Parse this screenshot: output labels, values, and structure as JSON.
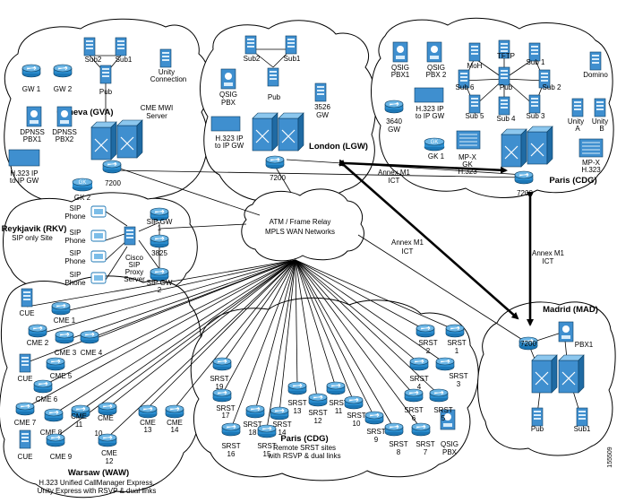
{
  "figure_id": "155509",
  "wan": {
    "line1": "ATM / Frame Relay",
    "line2": "MPLS WAN Networks"
  },
  "icts": [
    {
      "line1": "Annex M1",
      "line2": "ICT"
    },
    {
      "line1": "Annex M1",
      "line2": "ICT"
    },
    {
      "line1": "Annex M1",
      "line2": "ICT"
    }
  ],
  "sites": {
    "geneva": {
      "name": "Geneva (GVA)",
      "labels": [
        "GW 1",
        "GW 2",
        "Sub2",
        "Sub1",
        "Pub",
        "Unity",
        "Connection",
        "CME MWI",
        "Server",
        "DPNSS",
        "PBX1",
        "DPNSS",
        "PBX2",
        "H.323 IP",
        "to IP GW",
        "7200",
        "GK 2"
      ]
    },
    "london": {
      "name": "London (LGW)",
      "labels": [
        "Sub2",
        "Sub1",
        "Pub",
        "QSIG",
        "PBX",
        "H.323 IP",
        "to IP GW",
        "3526",
        "GW",
        "7200"
      ]
    },
    "paris_main": {
      "name": "Paris (CDG)",
      "labels": [
        "QSIG",
        "PBX1",
        "QSIG",
        "PBX 2",
        "MoH",
        "TFTP",
        "Sub 1",
        "Sub 6",
        "Pub",
        "Sub 2",
        "Sub 5",
        "Sub 4",
        "Sub 3",
        "H.323 IP",
        "to IP GW",
        "3640",
        "GW",
        "GK 1",
        "MP-X",
        "GK",
        "H.323",
        "Unity",
        "A",
        "Unity",
        "B",
        "Domino",
        "MP-X",
        "H.323",
        "7200"
      ]
    },
    "reykjavik": {
      "name": "Reykjavik (RKV)",
      "subtitle": "SIP only Site",
      "labels": [
        "SIP",
        "Phone",
        "SIP",
        "Phone",
        "SIP",
        "Phone",
        "SIP",
        "Phone",
        "Cisco",
        "SIP",
        "Proxy",
        "Server",
        "SIP GW",
        "1",
        "3825",
        "SIP GW",
        "2"
      ]
    },
    "warsaw": {
      "name": "Warsaw (WAW)",
      "subtitle1": "H.323 Unified CallManager Express,",
      "subtitle2": "Unity Express with RSVP & dual links",
      "labels": [
        "CUE",
        "CME 1",
        "CME 2",
        "CME 3",
        "CME 4",
        "CUE",
        "CME 5",
        "CME 6",
        "CME 7",
        "CME 8",
        "CME",
        "11",
        "CME",
        "10",
        "CME",
        "13",
        "CME",
        "14",
        "CUE",
        "CME 9",
        "CME",
        "12"
      ]
    },
    "paris_srst": {
      "name": "Paris (CDG)",
      "subtitle1": "Remote SRST sites",
      "subtitle2": "with RSVP & dual links",
      "labels": [
        "SRST",
        "19",
        "SRST",
        "17",
        "SRST",
        "18",
        "SRST",
        "16",
        "SRST",
        "14",
        "SRST",
        "15",
        "SRST",
        "13",
        "SRST",
        "12",
        "SRST",
        "11",
        "SRST",
        "10",
        "SRST",
        "9",
        "SRST",
        "8",
        "SRST",
        "7",
        "QSIG",
        "PBX",
        "SRST",
        "6",
        "SRST",
        "5",
        "SRST",
        "4",
        "SRST",
        "3",
        "SRST",
        "2",
        "SRST",
        "1"
      ]
    },
    "madrid": {
      "name": "Madrid (MAD)",
      "labels": [
        "7200",
        "PBX1",
        "Pub",
        "Sub1"
      ]
    }
  }
}
